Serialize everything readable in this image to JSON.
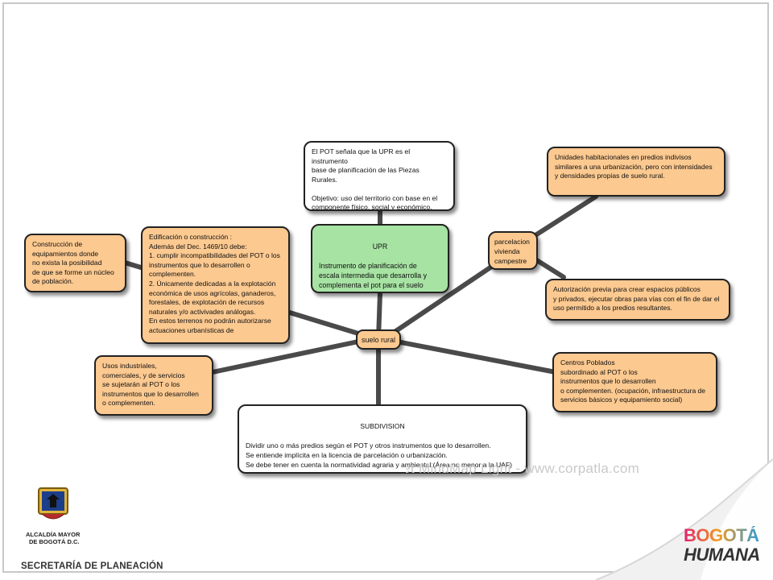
{
  "center_node": "suelo rural",
  "nodes": {
    "upr": {
      "title": "UPR",
      "body": "Instrumento de planificación de\nescala intermedia que desarrolla y\ncomplementa el pot para el suelo rural."
    },
    "upr_desc": "El POT señala que la UPR es el instrumento\nbase de planificación de las Piezas Rurales.\n\nObjetivo: uso del territorio con base en el\ncomponente físico, social y económico,\nsostenibilidad ambiental y política",
    "edificacion": "Edificación o construcción :\nAdemás del Dec. 1469/10 debe:\n1. cumplir incompatibilidades del POT o los\n   instrumentos que lo desarrollen o\n   complementen.\n2. Únicamente dedicadas a  la explotación\n   económica de usos agrícolas, ganaderos,\n   forestales, de explotación de recursos\n   naturales y/o activivades análogas.\n   En estos terrenos no podrán autorizarse\n   actuaciones urbanísticas de",
    "equipamientos": "Construcción de\nequipamientos donde\nno exista la posibilidad\nde que se forme un núcleo\nde población.",
    "usos_industriales": "Usos industriales,\ncomerciales, y de servicios\nse sujetarán al POT o los\ninstrumentos que lo  desarrollen\no complementen.",
    "subdivision": {
      "title": "SUBDIVISION",
      "body": "Dividir uno o más predios según el POT y otros instrumentos que lo desarrollen.\nSe entiende implícita en la licencia de parcelación o urbanización.\nSe debe tener en cuenta la normatividad agraria y ambiental (Área no menor a la UAF)"
    },
    "parcelacion": "parcelacion\nvivienda\ncampestre",
    "unidades": "Unidades habitacionales en predios indivisos\nsimilares a una urbanización, pero con intensidades\ny densidades propias de suelo rural.",
    "autorizacion": "Autorización previa para crear espacios públicos\ny privados, ejecutar obras para vías con el fin de dar el\nuso permitido a los predios resultantes.",
    "centros_poblados": "Centros Poblados\nsubordinado al POT o los\ninstrumentos que lo desarrollen\no complementen. (ocupación, infraestructura de\nservicios básicos y equipamiento  social)"
  },
  "watermark": "Created with Mindjet MindMap Light - www.corpatla.com",
  "logo": {
    "line1": "ALCALDÍA MAYOR",
    "line2": "DE BOGOTÁ D.C."
  },
  "footer": "SECRETARÍA DE PLANEACIÓN",
  "brand": {
    "line1": "BOGOTÁ",
    "line2": "HUMANA"
  },
  "colors": {
    "orange_node": "#fcc990",
    "green_node": "#a7e3a3",
    "edge": "#4a4a4a"
  }
}
